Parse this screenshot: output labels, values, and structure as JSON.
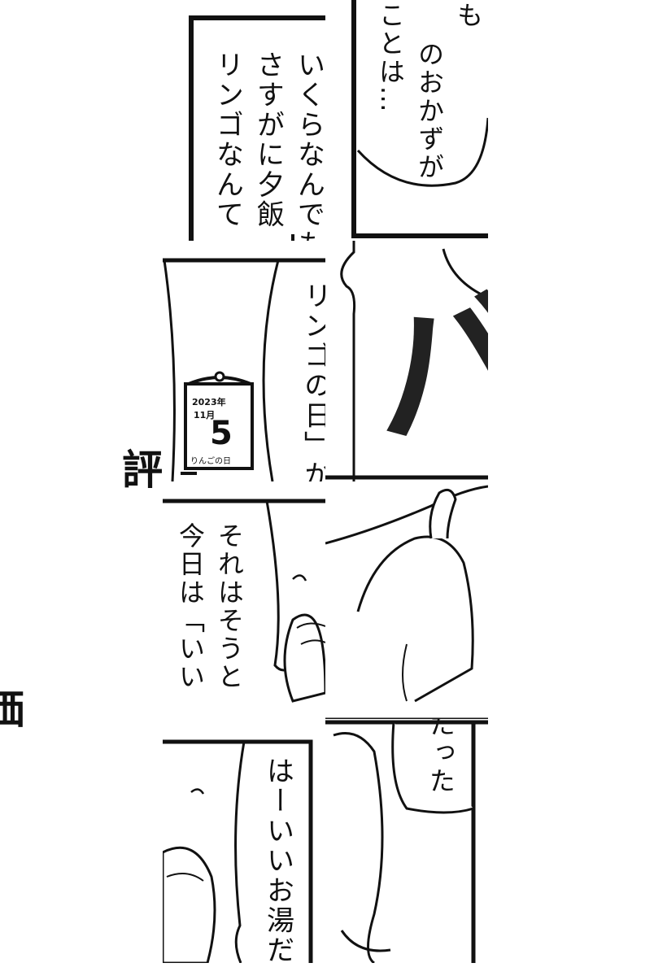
{
  "tiles": {
    "t1": {
      "col1": "いくらなんでも",
      "col2": "さすがに夕飯",
      "col3": "リンゴなんて"
    },
    "t2": {
      "col1": "も",
      "col2": "のおかずが",
      "col3": "ことは…"
    },
    "t3": {
      "col1": "リンゴの日」か",
      "cal_year": "2023年",
      "cal_month": "11月",
      "cal_day": "5",
      "cal_caption": "りんごの日"
    },
    "t4": {
      "sfx": "バ"
    },
    "t5": {
      "col1": "それはそうと",
      "col2": "今日は「いい"
    },
    "t7": {
      "col1": "はーいいお湯だ"
    },
    "t8": {
      "col1": "たった"
    }
  },
  "side_labels": {
    "label_a": "評",
    "label_b": "価"
  }
}
